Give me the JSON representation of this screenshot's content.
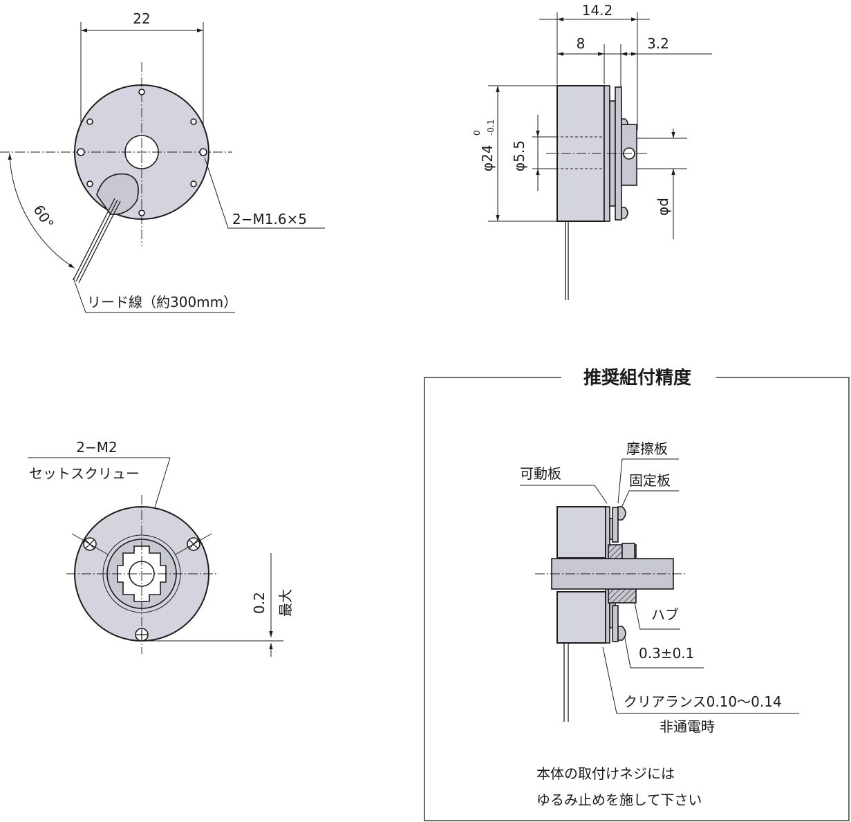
{
  "front_view": {
    "dim_width": "22",
    "angle": "60°",
    "screw_holes": "2−M1.6×5",
    "lead_wire": "リード線（約300mm）"
  },
  "side_view": {
    "dim_total": "14.2",
    "dim_body": "8",
    "dim_hub": "3.2",
    "dia_body": "φ24",
    "tol_upper": "0",
    "tol_lower": "-0.1",
    "dia_bore": "φ5.5",
    "dia_shaft": "φd"
  },
  "rear_view": {
    "set_screw": "2−M2",
    "set_screw_type": "セットスクリュー",
    "runout": "0.2",
    "runout_max": "最大"
  },
  "accuracy_panel": {
    "title": "推奨組付精度",
    "friction_plate": "摩擦板",
    "moving_plate": "可動板",
    "fixed_plate": "固定板",
    "hub": "ハブ",
    "gap": "0.3±0.1",
    "clearance": "クリアランス0.10〜0.14",
    "clearance_note": "非通電時",
    "note_line1": "本体の取付けネジには",
    "note_line2": "ゆるみ止めを施して下さい"
  }
}
